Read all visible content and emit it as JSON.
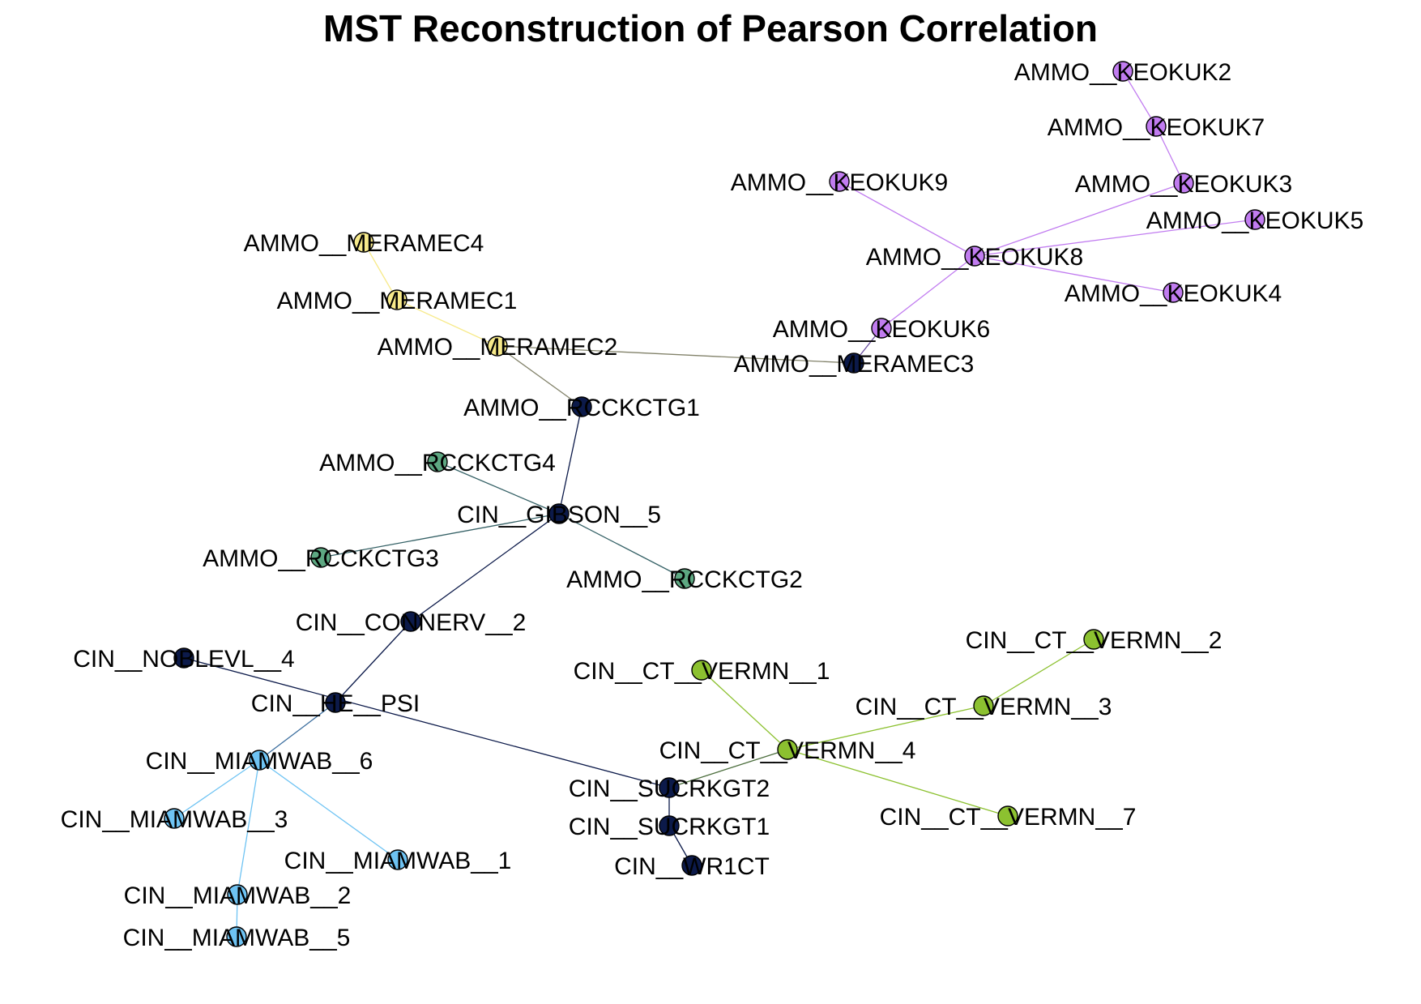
{
  "title": "MST Reconstruction of Pearson Correlation",
  "colors": {
    "navy": "#0c1a4a",
    "purple": "#c17cf0",
    "yellow": "#f7ea8a",
    "teal": "#5da882",
    "sky": "#6ec3f3",
    "green": "#8cc130"
  },
  "nodes": [
    {
      "id": "AMMO__KEOKUK2",
      "label": "AMMO__KEOKUK2",
      "group": "purple"
    },
    {
      "id": "AMMO__KEOKUK7",
      "label": "AMMO__KEOKUK7",
      "group": "purple"
    },
    {
      "id": "AMMO__KEOKUK3",
      "label": "AMMO__KEOKUK3",
      "group": "purple"
    },
    {
      "id": "AMMO__KEOKUK9",
      "label": "AMMO__KEOKUK9",
      "group": "purple"
    },
    {
      "id": "AMMO__KEOKUK5",
      "label": "AMMO__KEOKUK5",
      "group": "purple"
    },
    {
      "id": "AMMO__KEOKUK8",
      "label": "AMMO__KEOKUK8",
      "group": "purple"
    },
    {
      "id": "AMMO__KEOKUK4",
      "label": "AMMO__KEOKUK4",
      "group": "purple"
    },
    {
      "id": "AMMO__KEOKUK6",
      "label": "AMMO__KEOKUK6",
      "group": "purple"
    },
    {
      "id": "AMMO__MERAMEC3",
      "label": "AMMO__MERAMEC3",
      "group": "navy"
    },
    {
      "id": "AMMO__MERAMEC4",
      "label": "AMMO__MERAMEC4",
      "group": "yellow"
    },
    {
      "id": "AMMO__MERAMEC1",
      "label": "AMMO__MERAMEC1",
      "group": "yellow"
    },
    {
      "id": "AMMO__MERAMEC2",
      "label": "AMMO__MERAMEC2",
      "group": "yellow"
    },
    {
      "id": "AMMO__RCCKCTG1",
      "label": "AMMO__RCCKCTG1",
      "group": "navy"
    },
    {
      "id": "AMMO__RCCKCTG4",
      "label": "AMMO__RCCKCTG4",
      "group": "teal"
    },
    {
      "id": "CIN__GIBSON__5",
      "label": "CIN__GIBSON__5",
      "group": "navy"
    },
    {
      "id": "AMMO__RCCKCTG3",
      "label": "AMMO__RCCKCTG3",
      "group": "teal"
    },
    {
      "id": "AMMO__RCCKCTG2",
      "label": "AMMO__RCCKCTG2",
      "group": "teal"
    },
    {
      "id": "CIN__CONNERV__2",
      "label": "CIN__CONNERV__2",
      "group": "navy"
    },
    {
      "id": "CIN__NOBLEVL__4",
      "label": "CIN__NOBLEVL__4",
      "group": "navy"
    },
    {
      "id": "CIN__HE__PSI",
      "label": "CIN__HE__PSI",
      "group": "navy"
    },
    {
      "id": "CIN__MIAMWAB__6",
      "label": "CIN__MIAMWAB__6",
      "group": "sky"
    },
    {
      "id": "CIN__MIAMWAB__3",
      "label": "CIN__MIAMWAB__3",
      "group": "sky"
    },
    {
      "id": "CIN__MIAMWAB__1",
      "label": "CIN__MIAMWAB__1",
      "group": "sky"
    },
    {
      "id": "CIN__MIAMWAB__2",
      "label": "CIN__MIAMWAB__2",
      "group": "sky"
    },
    {
      "id": "CIN__MIAMWAB__5",
      "label": "CIN__MIAMWAB__5",
      "group": "sky"
    },
    {
      "id": "CIN__SUCRKGT2",
      "label": "CIN__SUCRKGT2",
      "group": "navy"
    },
    {
      "id": "CIN__SUCRKGT1",
      "label": "CIN__SUCRKGT1",
      "group": "navy"
    },
    {
      "id": "CIN__WR1CT",
      "label": "CIN__WR1CT",
      "group": "navy"
    },
    {
      "id": "CIN__CT__VERMN__1",
      "label": "CIN__CT__VERMN__1",
      "group": "green"
    },
    {
      "id": "CIN__CT__VERMN__2",
      "label": "CIN__CT__VERMN__2",
      "group": "green"
    },
    {
      "id": "CIN__CT__VERMN__3",
      "label": "CIN__CT__VERMN__3",
      "group": "green"
    },
    {
      "id": "CIN__CT__VERMN__4",
      "label": "CIN__CT__VERMN__4",
      "group": "green"
    },
    {
      "id": "CIN__CT__VERMN__7",
      "label": "CIN__CT__VERMN__7",
      "group": "green"
    }
  ],
  "edges": [
    {
      "source": "AMMO__KEOKUK2",
      "target": "AMMO__KEOKUK7",
      "color": "purple"
    },
    {
      "source": "AMMO__KEOKUK7",
      "target": "AMMO__KEOKUK3",
      "color": "purple"
    },
    {
      "source": "AMMO__KEOKUK3",
      "target": "AMMO__KEOKUK8",
      "color": "purple"
    },
    {
      "source": "AMMO__KEOKUK9",
      "target": "AMMO__KEOKUK8",
      "color": "purple"
    },
    {
      "source": "AMMO__KEOKUK5",
      "target": "AMMO__KEOKUK8",
      "color": "purple"
    },
    {
      "source": "AMMO__KEOKUK4",
      "target": "AMMO__KEOKUK8",
      "color": "purple"
    },
    {
      "source": "AMMO__KEOKUK8",
      "target": "AMMO__KEOKUK6",
      "color": "purple"
    },
    {
      "source": "AMMO__KEOKUK6",
      "target": "AMMO__MERAMEC3",
      "color": "mix-purple-navy"
    },
    {
      "source": "AMMO__MERAMEC4",
      "target": "AMMO__MERAMEC1",
      "color": "yellow"
    },
    {
      "source": "AMMO__MERAMEC1",
      "target": "AMMO__MERAMEC2",
      "color": "yellow"
    },
    {
      "source": "AMMO__MERAMEC2",
      "target": "AMMO__MERAMEC3",
      "color": "mix-yellow-navy"
    },
    {
      "source": "AMMO__MERAMEC2",
      "target": "AMMO__RCCKCTG1",
      "color": "mix-yellow-navy"
    },
    {
      "source": "AMMO__RCCKCTG1",
      "target": "CIN__GIBSON__5",
      "color": "navy"
    },
    {
      "source": "AMMO__RCCKCTG4",
      "target": "CIN__GIBSON__5",
      "color": "mix-teal-navy"
    },
    {
      "source": "AMMO__RCCKCTG3",
      "target": "CIN__GIBSON__5",
      "color": "mix-teal-navy"
    },
    {
      "source": "AMMO__RCCKCTG2",
      "target": "CIN__GIBSON__5",
      "color": "mix-teal-navy"
    },
    {
      "source": "CIN__GIBSON__5",
      "target": "CIN__CONNERV__2",
      "color": "navy"
    },
    {
      "source": "CIN__CONNERV__2",
      "target": "CIN__HE__PSI",
      "color": "navy"
    },
    {
      "source": "CIN__NOBLEVL__4",
      "target": "CIN__SUCRKGT2",
      "color": "navy"
    },
    {
      "source": "CIN__HE__PSI",
      "target": "CIN__MIAMWAB__6",
      "color": "mix-sky-navy"
    },
    {
      "source": "CIN__MIAMWAB__6",
      "target": "CIN__MIAMWAB__3",
      "color": "sky"
    },
    {
      "source": "CIN__MIAMWAB__6",
      "target": "CIN__MIAMWAB__1",
      "color": "sky"
    },
    {
      "source": "CIN__MIAMWAB__6",
      "target": "CIN__MIAMWAB__2",
      "color": "sky"
    },
    {
      "source": "CIN__MIAMWAB__2",
      "target": "CIN__MIAMWAB__5",
      "color": "sky"
    },
    {
      "source": "CIN__SUCRKGT2",
      "target": "CIN__SUCRKGT1",
      "color": "navy"
    },
    {
      "source": "CIN__SUCRKGT1",
      "target": "CIN__WR1CT",
      "color": "navy"
    },
    {
      "source": "CIN__SUCRKGT2",
      "target": "CIN__CT__VERMN__4",
      "color": "mix-green-navy"
    },
    {
      "source": "CIN__CT__VERMN__1",
      "target": "CIN__CT__VERMN__4",
      "color": "green"
    },
    {
      "source": "CIN__CT__VERMN__2",
      "target": "CIN__CT__VERMN__3",
      "color": "green"
    },
    {
      "source": "CIN__CT__VERMN__3",
      "target": "CIN__CT__VERMN__4",
      "color": "green"
    },
    {
      "source": "CIN__CT__VERMN__4",
      "target": "CIN__CT__VERMN__7",
      "color": "green"
    }
  ]
}
